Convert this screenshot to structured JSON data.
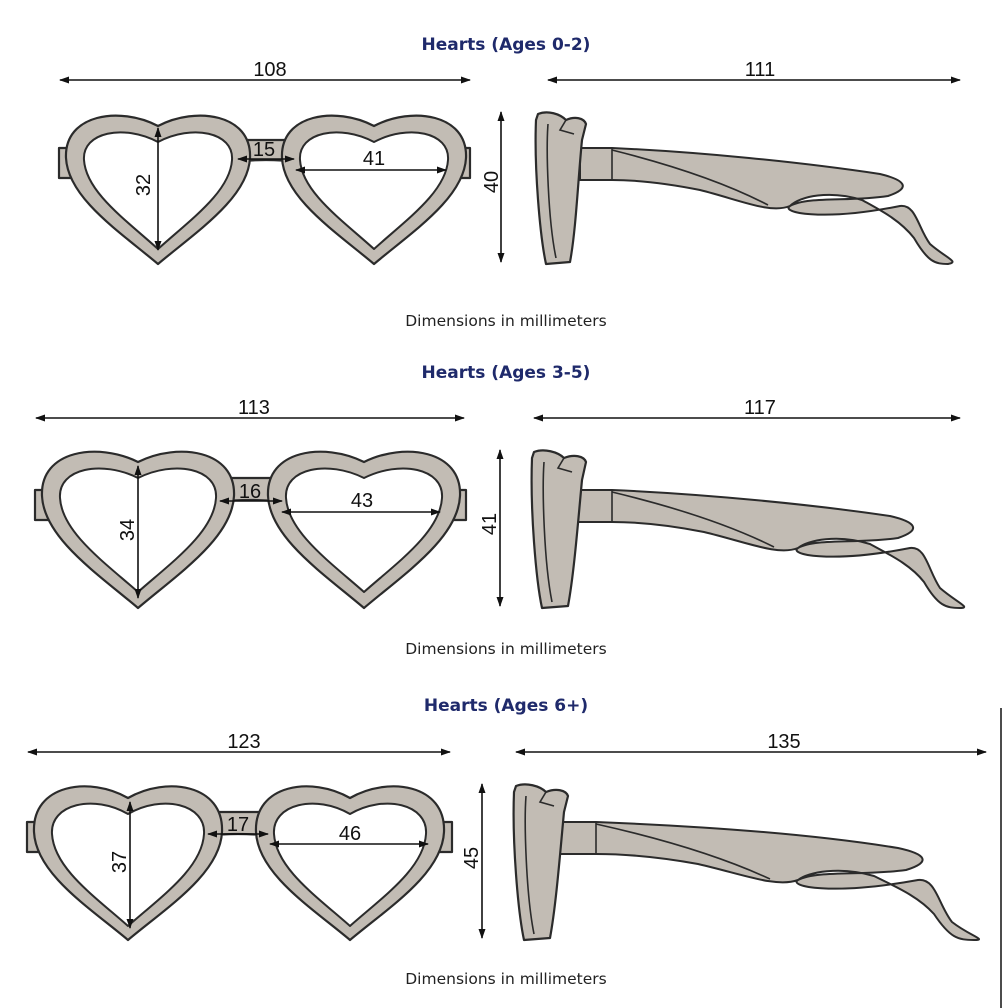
{
  "caption": "Dimensions in millimeters",
  "colors": {
    "title": "#1f2a6b",
    "frame_fill": "#c2bcb4",
    "outline": "#2b2b2b",
    "background": "#ffffff"
  },
  "sections": [
    {
      "title": "Hearts (Ages 0-2)",
      "dims": {
        "total_width": "108",
        "temple_length": "111",
        "bridge": "15",
        "lens_width": "41",
        "lens_height": "32",
        "frame_height": "40"
      }
    },
    {
      "title": "Hearts (Ages 3-5)",
      "dims": {
        "total_width": "113",
        "temple_length": "117",
        "bridge": "16",
        "lens_width": "43",
        "lens_height": "34",
        "frame_height": "41"
      }
    },
    {
      "title": "Hearts (Ages 6+)",
      "dims": {
        "total_width": "123",
        "temple_length": "135",
        "bridge": "17",
        "lens_width": "46",
        "lens_height": "37",
        "frame_height": "45"
      }
    }
  ]
}
